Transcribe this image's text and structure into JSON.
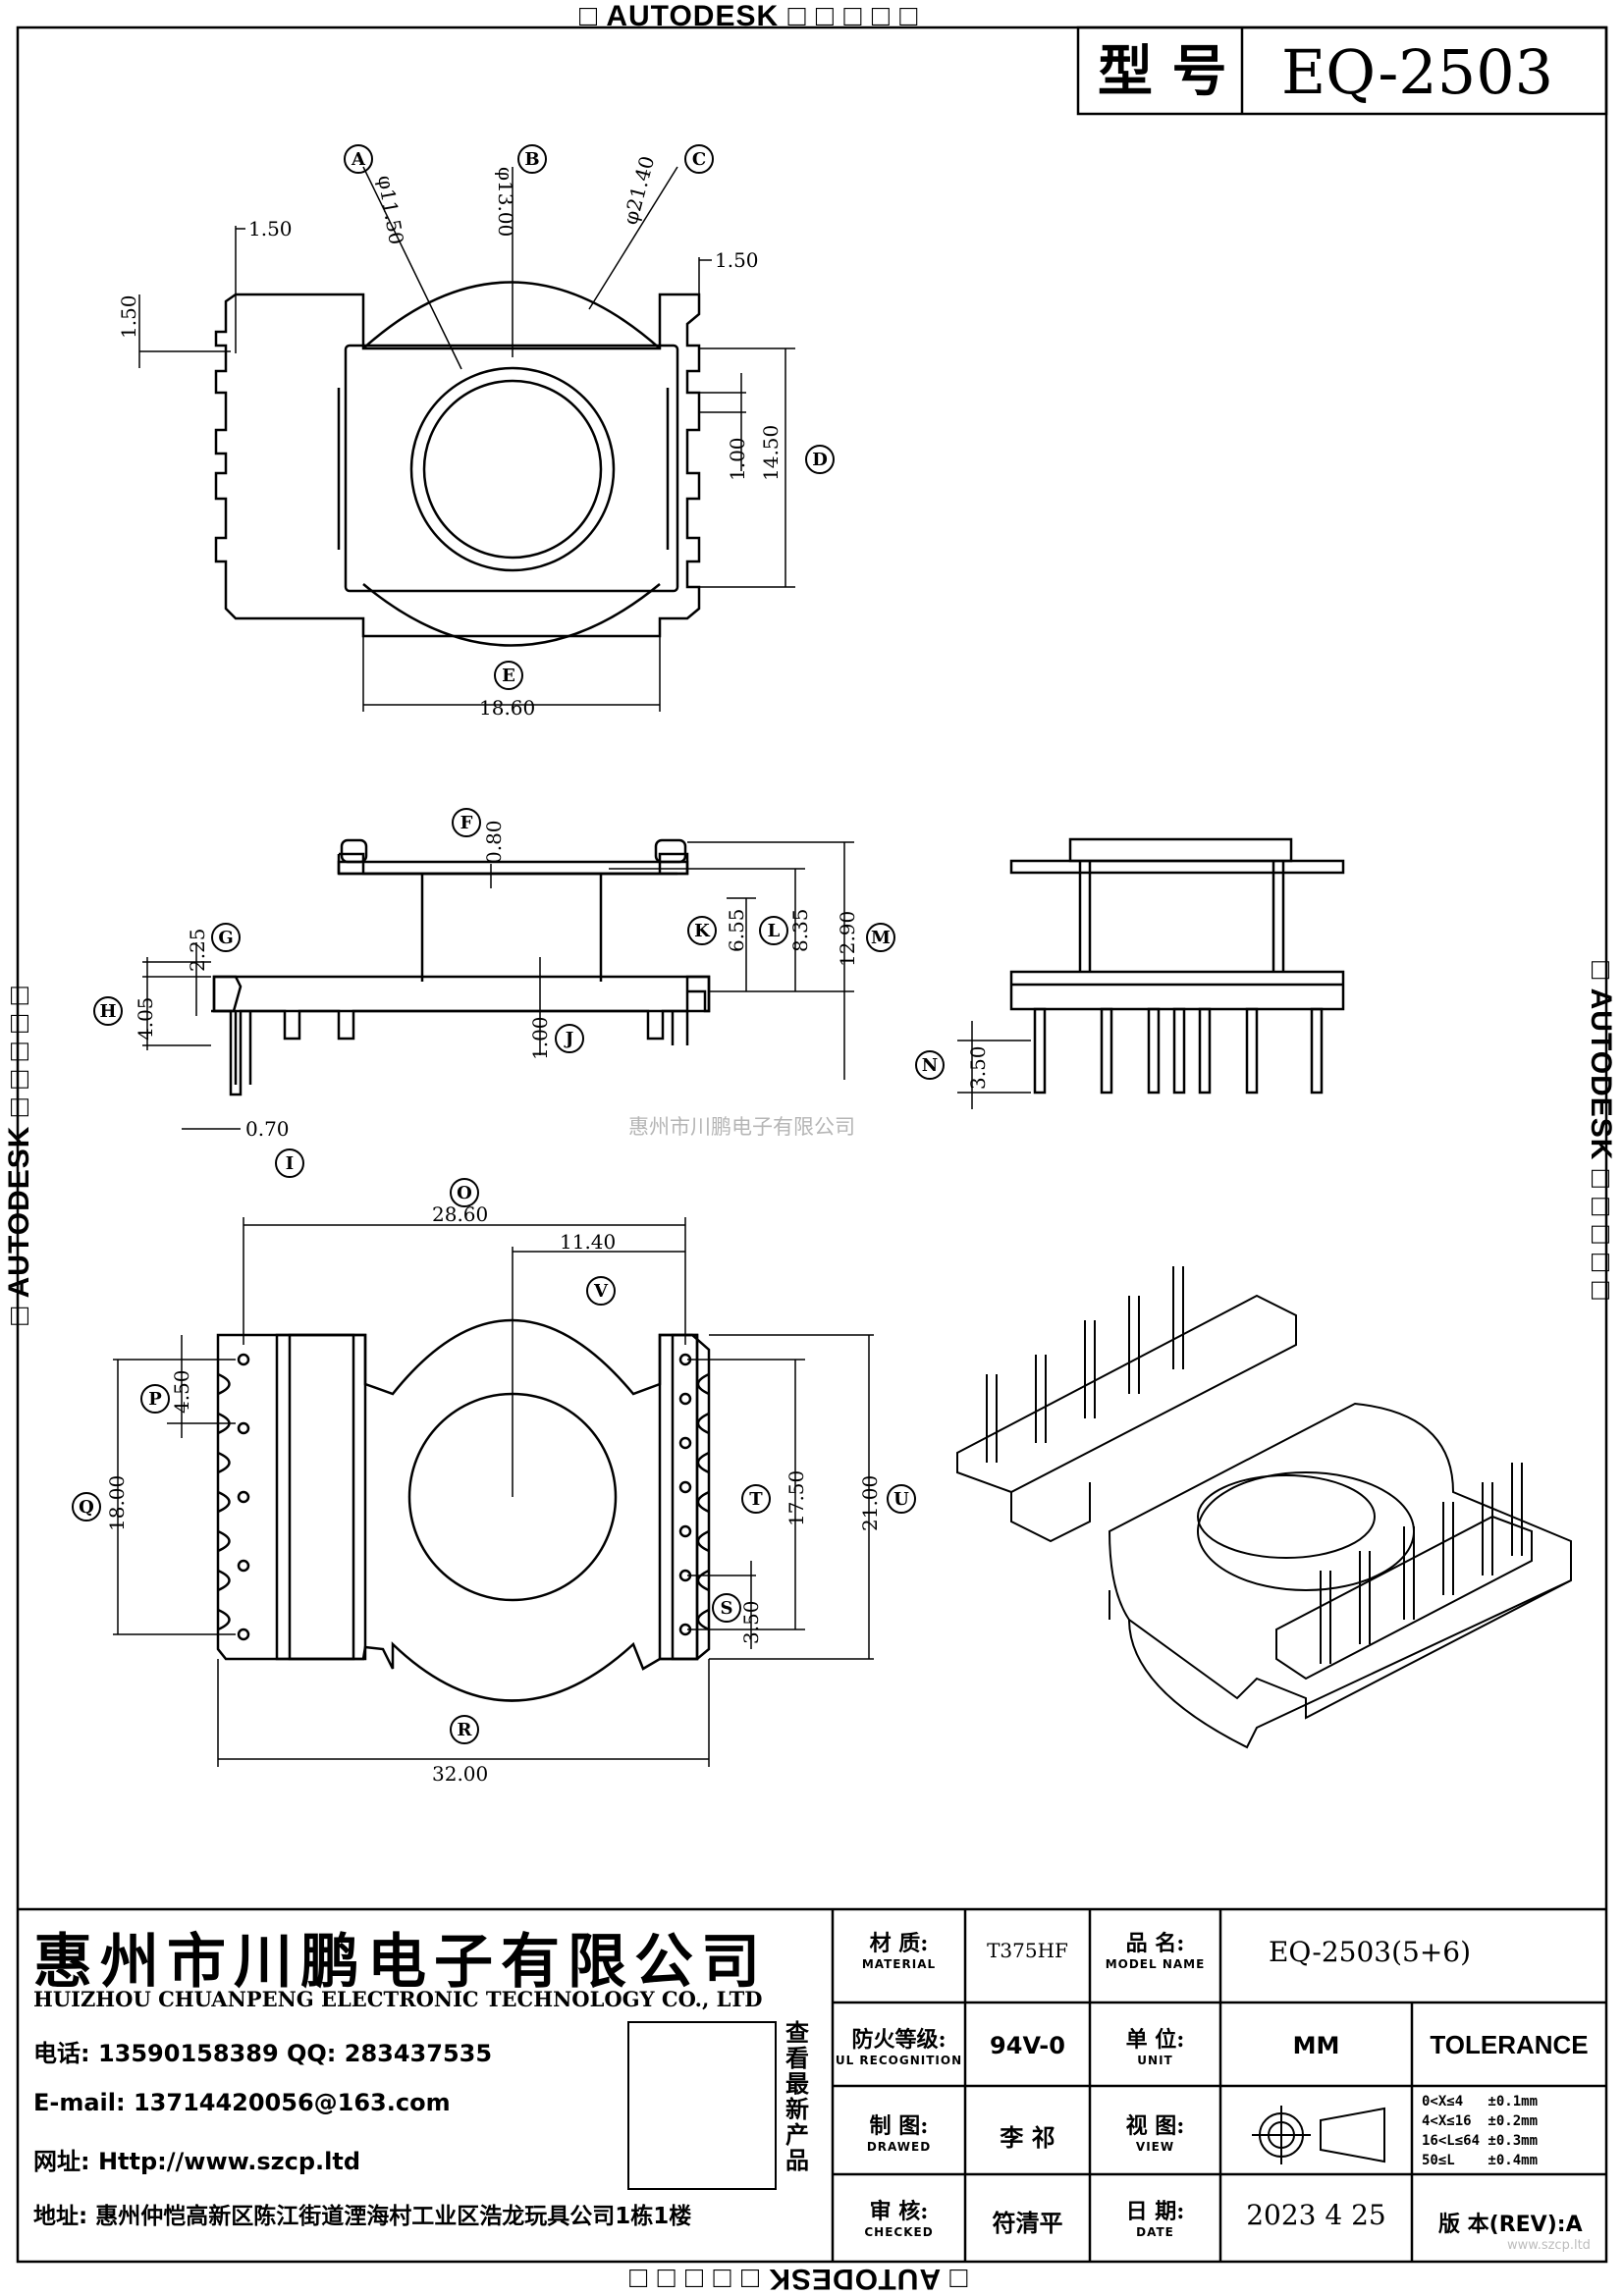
{
  "watermarks": {
    "top": "□ AUTODESK □ □ □ □ □",
    "bottom": "□ AUTODESK □ □ □ □ □",
    "left": "□ AUTODESK □ □ □ □ □",
    "right": "□ AUTODESK □ □ □ □ □",
    "center_faint": "惠州市川鹏电子有限公司"
  },
  "header": {
    "model_label": "型 号",
    "model_value": "EQ-2503"
  },
  "callouts": {
    "A": "A",
    "B": "B",
    "C": "C",
    "D": "D",
    "E": "E",
    "F": "F",
    "G": "G",
    "H": "H",
    "I": "I",
    "J": "J",
    "K": "K",
    "L": "L",
    "M": "M",
    "N": "N",
    "O": "O",
    "P": "P",
    "Q": "Q",
    "R": "R",
    "S": "S",
    "T": "T",
    "U": "U",
    "V": "V"
  },
  "dimensions": {
    "A": "φ11.50",
    "B": "φ13.00",
    "C": "φ21.40",
    "D": "14.50",
    "D_inner": "1.00",
    "E": "18.60",
    "top_left_h": "1.50",
    "top_left_v": "1.50",
    "top_right_h": "1.50",
    "F": "0.80",
    "G": "2.25",
    "H": "4.05",
    "I": "0.70",
    "J": "1.00",
    "K": "6.55",
    "L": "8.35",
    "M": "12.90",
    "N": "3.50",
    "O": "28.60",
    "V": "11.40",
    "P": "4.50",
    "Q": "18.00",
    "R": "32.00",
    "S": "3.50",
    "T": "17.50",
    "U": "21.00"
  },
  "title_block": {
    "company_cn": "惠州市川鹏电子有限公司",
    "company_en": "HUIZHOU CHUANPENG ELECTRONIC TECHNOLOGY CO., LTD",
    "phone": "电话: 13590158389  QQ: 283437535",
    "email": "E-mail: 13714420056@163.com",
    "website": "网址: Http://www.szcp.ltd",
    "address": "地址: 惠州仲恺高新区陈江街道湮海村工业区浩龙玩具公司1栋1楼",
    "qr_caption": "查看最新产品",
    "material_label": "材 质:",
    "material_label_en": "MATERIAL",
    "material_value": "T375HF",
    "model_name_label": "品 名:",
    "model_name_label_en": "MODEL NAME",
    "model_name_value": "EQ-2503(5+6)",
    "fire_label": "防火等级:",
    "fire_label_en": "UL RECOGNITION",
    "fire_value": "94V-0",
    "unit_label": "单 位:",
    "unit_label_en": "UNIT",
    "unit_value": "MM",
    "tolerance_title": "TOLERANCE",
    "drawn_label": "制 图:",
    "drawn_label_en": "DRAWED",
    "drawn_value": "李 祁",
    "view_label": "视 图:",
    "view_label_en": "VIEW",
    "checked_label": "审 核:",
    "checked_label_en": "CHECKED",
    "checked_value": "符清平",
    "date_label": "日 期:",
    "date_label_en": "DATE",
    "date_value": "2023 4 25",
    "rev_label": "版 本(REV):",
    "rev_value": "A",
    "tolerance_rows": [
      "0<X≤4   ±0.1mm",
      "4<X≤16  ±0.2mm",
      "16<L≤64 ±0.3mm",
      "50≤L    ±0.4mm"
    ],
    "site_faint": "www.szcp.ltd"
  }
}
